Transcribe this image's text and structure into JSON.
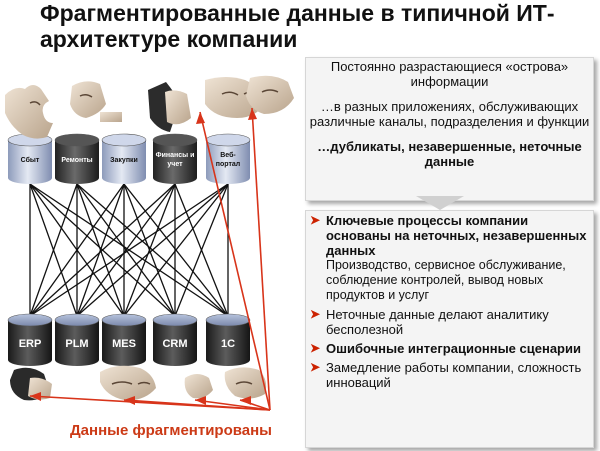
{
  "title": "Фрагментированные данные в типичной ИТ-архитектуре компании",
  "top_systems": [
    {
      "line1": "Сбыт",
      "line2": ""
    },
    {
      "line1": "Ремонты",
      "line2": ""
    },
    {
      "line1": "Закупки",
      "line2": ""
    },
    {
      "line1": "Финансы и",
      "line2": "учет"
    },
    {
      "line1": "Веб-",
      "line2": "портал"
    }
  ],
  "bottom_systems": [
    "ERP",
    "PLM",
    "MES",
    "CRM",
    "1C"
  ],
  "box1": {
    "p1": "Постоянно разрастающиеся «острова» информации",
    "p2": "…в разных приложениях, обслуживающих различные каналы, подразделения и функции",
    "p3": "…дубликаты, незавершенные, неточные данные"
  },
  "bullets": [
    {
      "text": "Ключевые процессы компании основаны на неточных, незавершенных данных",
      "sub": "Производство, сервисное обслуживание, соблюдение контролей, вывод новых продуктов и услуг",
      "bold": true
    },
    {
      "text": "Неточные данные делают аналитику бесполезной",
      "sub": "",
      "bold": false
    },
    {
      "text": "Ошибочные интеграционные сценарии",
      "sub": "",
      "bold": true
    },
    {
      "text": "Замедление работы компании, сложность инноваций",
      "sub": "",
      "bold": false
    }
  ],
  "caption": "Данные фрагментированы",
  "colors": {
    "accent": "#cc3a16",
    "cylinder_light": "#bcc6dd",
    "cylinder_dark": "#3a3a3a",
    "bottom_cylinder": "#333333"
  },
  "icons": [
    "puzzle-face-icon",
    "red-arrow-icon",
    "bullet-arrow-icon"
  ]
}
